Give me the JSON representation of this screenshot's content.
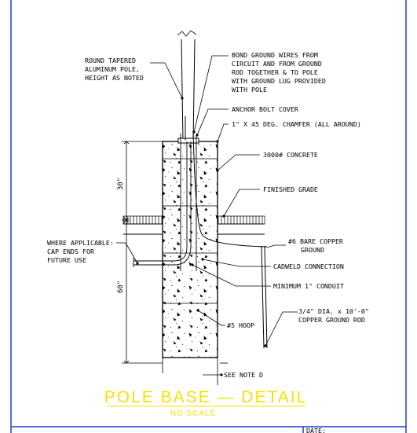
{
  "labels": {
    "pole": [
      "ROUND TAPERED",
      "ALUMINUM POLE,",
      "HEIGHT AS NOTED"
    ],
    "bond": [
      "BOND GROUND WIRES FROM",
      "CIRCUIT AND FROM GROUND",
      "ROD TOGETHER & TO POLE",
      "WITH GROUND LUG PROVIDED",
      "WITH POLE"
    ],
    "anchor": "ANCHOR  BOLT COVER",
    "chamfer": "1\" X 45 DEG. CHAMFER  (ALL AROUND)",
    "concrete": "3000# CONCRETE",
    "grade": "FINISHED GRADE",
    "cap": [
      "WHERE APPLICABLE:",
      "CAP ENDS FOR",
      "FUTURE USE"
    ],
    "copper": [
      "#6 BARE COPPER",
      "GROUND"
    ],
    "cadweld": "CADWELD CONNECTION",
    "conduit": "MINIMUM 1\" CONDUIT",
    "hoop": "#5 HOOP",
    "rod": [
      "3/4\" DIA. x 10'-0\"",
      "COPPER GROUND ROD"
    ],
    "note": "SEE NOTE D"
  },
  "dimensions": {
    "upper": "30\"",
    "lower": "60\""
  },
  "title": "POLE BASE  —  DETAIL",
  "subtitle": "NO SCALE",
  "title_block": {
    "date_label": "DATE:"
  },
  "colors": {
    "title": "#f7e000",
    "line": "#000000",
    "frame": "#1a3fd0"
  }
}
